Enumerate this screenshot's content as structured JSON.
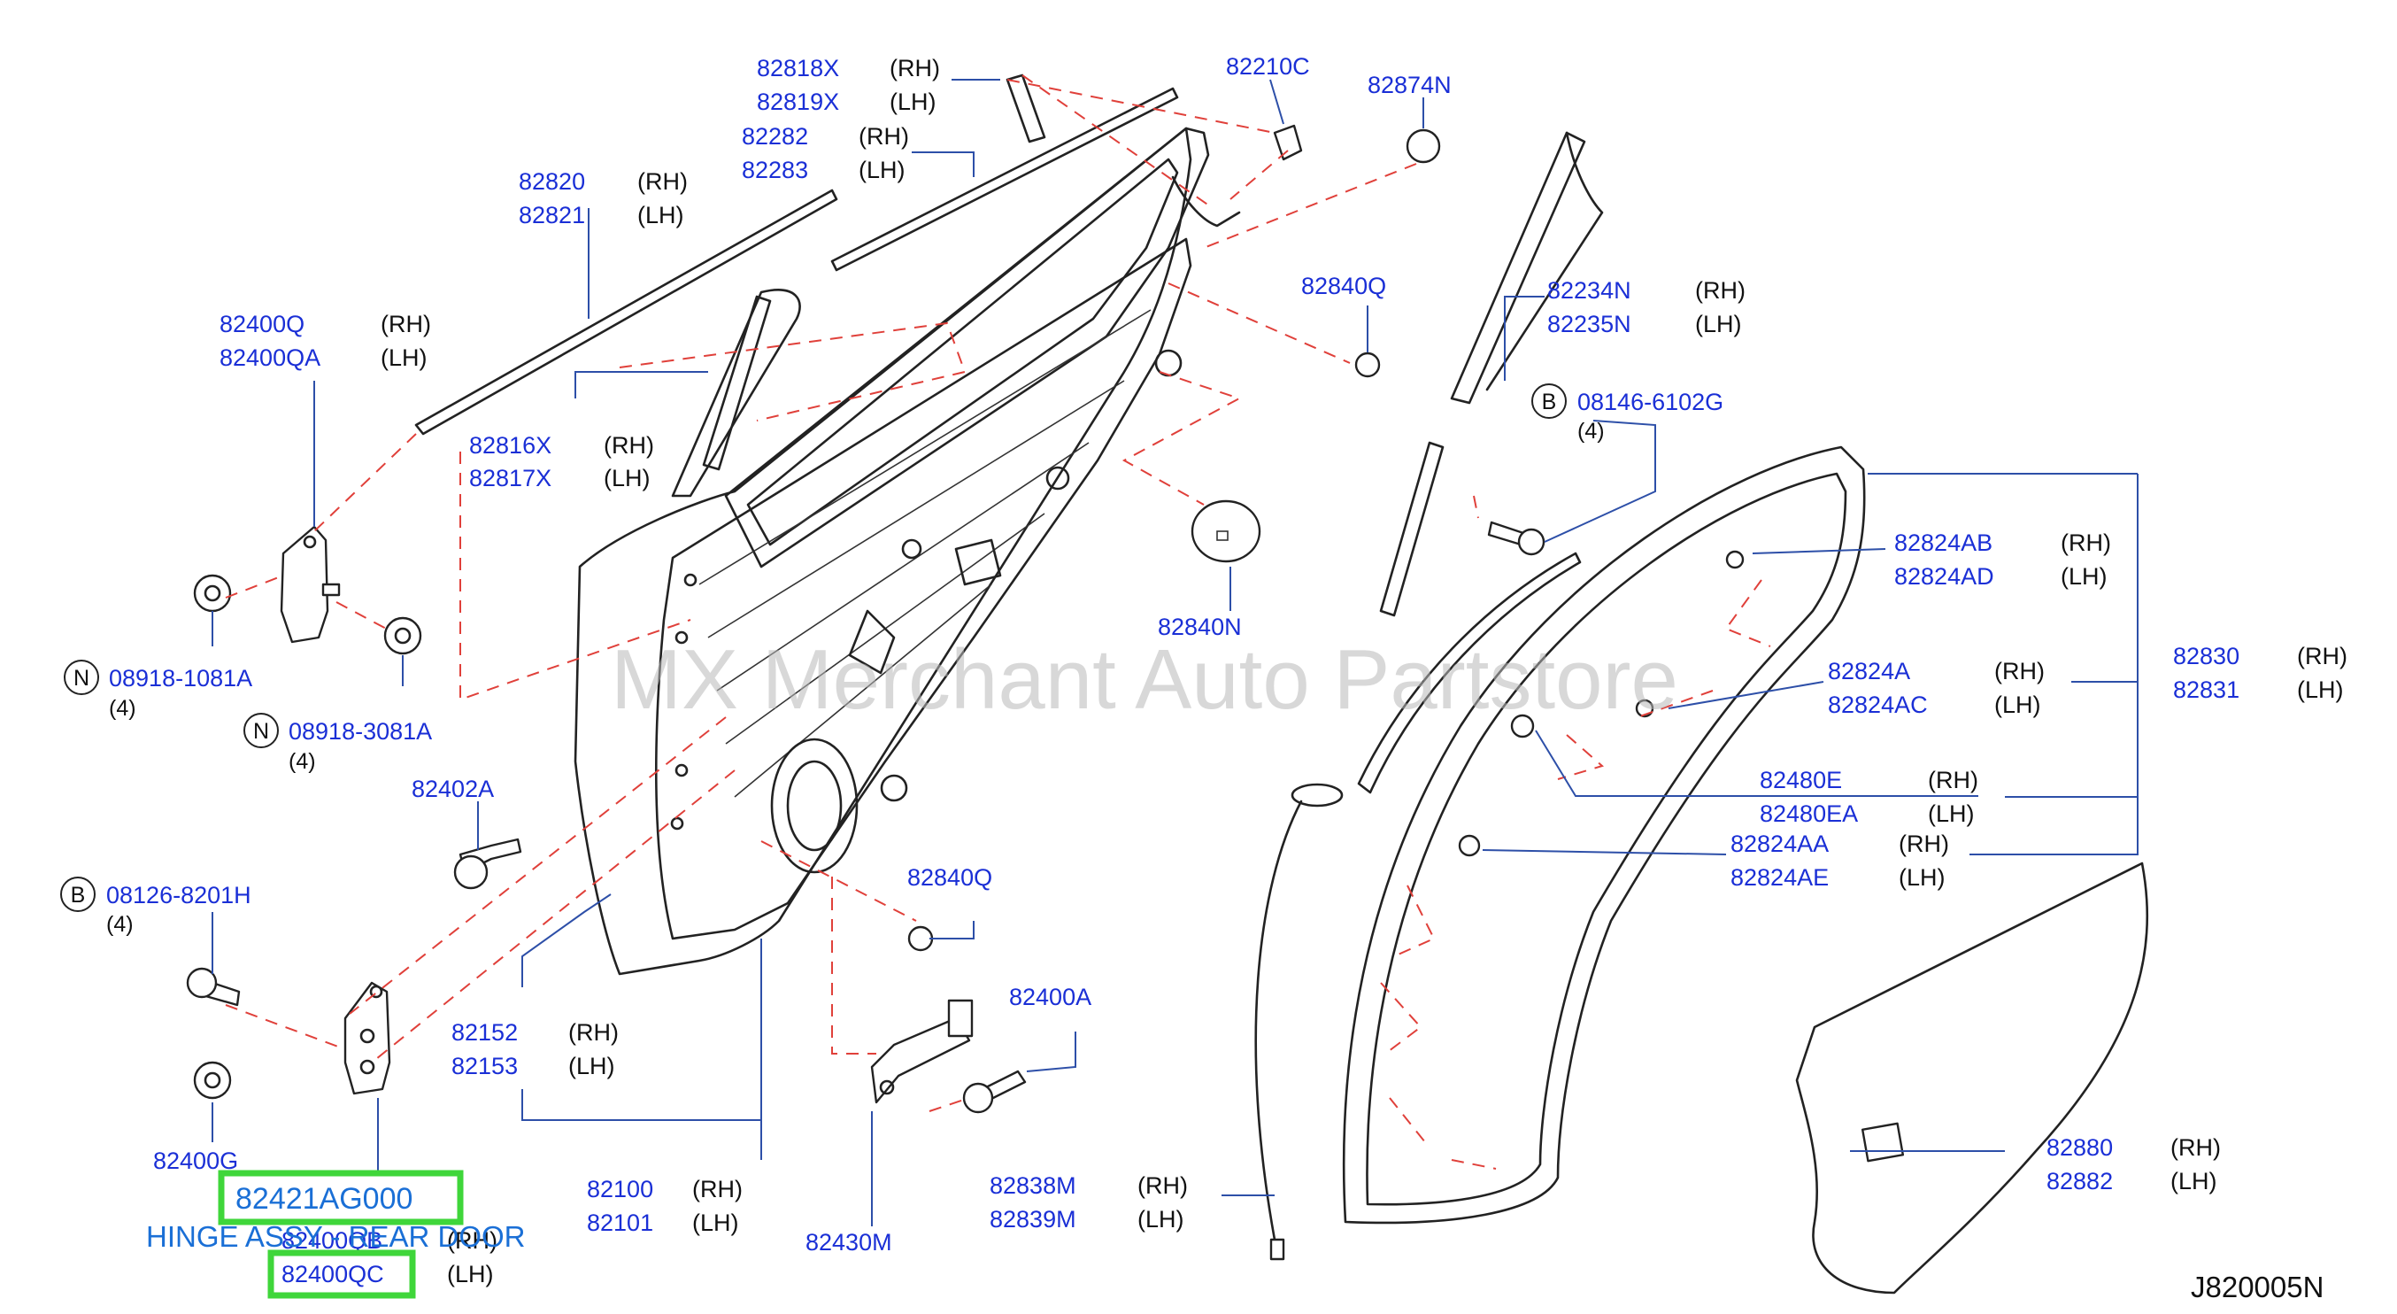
{
  "callouts": [
    {
      "id": "c1",
      "lines": [
        {
          "pn": "82818X",
          "side": "(RH)"
        },
        {
          "pn": "82819X",
          "side": "(LH)"
        }
      ]
    },
    {
      "id": "c2",
      "lines": [
        {
          "pn": "82282",
          "side": "(RH)"
        },
        {
          "pn": "82283",
          "side": "(LH)"
        }
      ]
    },
    {
      "id": "c3",
      "lines": [
        {
          "pn": "82820",
          "side": "(RH)"
        },
        {
          "pn": "82821",
          "side": "(LH)"
        }
      ]
    },
    {
      "id": "c4",
      "lines": [
        {
          "pn": "82400Q",
          "side": "(RH)"
        },
        {
          "pn": "82400QA",
          "side": "(LH)"
        }
      ]
    },
    {
      "id": "c5",
      "lines": [
        {
          "pn": "82816X",
          "side": "(RH)"
        },
        {
          "pn": "82817X",
          "side": "(LH)"
        }
      ]
    },
    {
      "id": "c6",
      "lines": [
        {
          "pn": "82210C",
          "side": ""
        }
      ]
    },
    {
      "id": "c7",
      "lines": [
        {
          "pn": "82874N",
          "side": ""
        }
      ]
    },
    {
      "id": "c8",
      "lines": [
        {
          "pn": "82840Q",
          "side": ""
        }
      ]
    },
    {
      "id": "c9",
      "lines": [
        {
          "pn": "82234N",
          "side": "(RH)"
        },
        {
          "pn": "82235N",
          "side": "(LH)"
        }
      ]
    },
    {
      "id": "c10",
      "lines": [
        {
          "pn": "82840N",
          "side": ""
        }
      ]
    },
    {
      "id": "c11",
      "lines": [
        {
          "pn": "82824AB",
          "side": "(RH)"
        },
        {
          "pn": "82824AD",
          "side": "(LH)"
        }
      ]
    },
    {
      "id": "c12",
      "lines": [
        {
          "pn": "82824A",
          "side": "(RH)"
        },
        {
          "pn": "82824AC",
          "side": "(LH)"
        }
      ]
    },
    {
      "id": "c13",
      "lines": [
        {
          "pn": "82830",
          "side": "(RH)"
        },
        {
          "pn": "82831",
          "side": "(LH)"
        }
      ]
    },
    {
      "id": "c14",
      "lines": [
        {
          "pn": "82480E",
          "side": "(RH)"
        },
        {
          "pn": "82480EA",
          "side": "(LH)"
        }
      ]
    },
    {
      "id": "c15",
      "lines": [
        {
          "pn": "82824AA",
          "side": "(RH)"
        },
        {
          "pn": "82824AE",
          "side": "(LH)"
        }
      ]
    },
    {
      "id": "c16",
      "lines": [
        {
          "pn": "82402A",
          "side": ""
        }
      ]
    },
    {
      "id": "c17",
      "lines": [
        {
          "pn": "82840Q",
          "side": ""
        }
      ]
    },
    {
      "id": "c18",
      "lines": [
        {
          "pn": "82400A",
          "side": ""
        }
      ]
    },
    {
      "id": "c19",
      "lines": [
        {
          "pn": "82152",
          "side": "(RH)"
        },
        {
          "pn": "82153",
          "side": "(LH)"
        }
      ]
    },
    {
      "id": "c20",
      "lines": [
        {
          "pn": "82100",
          "side": "(RH)"
        },
        {
          "pn": "82101",
          "side": "(LH)"
        }
      ]
    },
    {
      "id": "c21",
      "lines": [
        {
          "pn": "82838M",
          "side": "(RH)"
        },
        {
          "pn": "82839M",
          "side": "(LH)"
        }
      ]
    },
    {
      "id": "c22",
      "lines": [
        {
          "pn": "82430M",
          "side": ""
        }
      ]
    },
    {
      "id": "c23",
      "lines": [
        {
          "pn": "82880",
          "side": "(RH)"
        },
        {
          "pn": "82882",
          "side": "(LH)"
        }
      ]
    },
    {
      "id": "c24",
      "lines": [
        {
          "pn": "82400G",
          "side": ""
        }
      ]
    },
    {
      "id": "c25",
      "lines": [
        {
          "pn": "82400QB",
          "side": "(RH)"
        },
        {
          "pn": "82400QC",
          "side": "(LH)"
        }
      ]
    }
  ],
  "fasteners": [
    {
      "id": "f1",
      "circle": "N",
      "pn": "08918-1081A",
      "qty": "(4)"
    },
    {
      "id": "f2",
      "circle": "N",
      "pn": "08918-3081A",
      "qty": "(4)"
    },
    {
      "id": "f3",
      "circle": "B",
      "pn": "08126-8201H",
      "qty": "(4)"
    },
    {
      "id": "f4",
      "circle": "B",
      "pn": "08146-6102G",
      "qty": "(4)"
    }
  ],
  "highlight": {
    "part_number": "82421AG000",
    "description": "HINGE ASSY - REAR DOOR",
    "accent_color": "#3fd63a"
  },
  "watermark": "MX Merchant Auto Partstore",
  "diagram_ref": "J820005N"
}
